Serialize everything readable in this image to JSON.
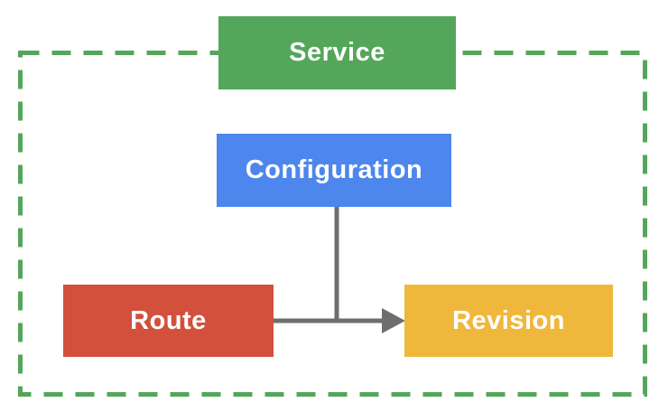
{
  "diagram": {
    "type": "flowchart",
    "boundary": {
      "shape": "rectangle",
      "style": "dashed",
      "color": "#54A65A",
      "encloses": [
        "configuration",
        "route",
        "revision"
      ]
    },
    "nodes": [
      {
        "id": "service",
        "label": "Service",
        "color": "#54A65A",
        "text_color": "#FFFFFF"
      },
      {
        "id": "configuration",
        "label": "Configuration",
        "color": "#4D86EC",
        "text_color": "#FFFFFF"
      },
      {
        "id": "route",
        "label": "Route",
        "color": "#D2503C",
        "text_color": "#FFFFFF"
      },
      {
        "id": "revision",
        "label": "Revision",
        "color": "#EFB83D",
        "text_color": "#FFFFFF"
      }
    ],
    "edges": [
      {
        "from": "configuration",
        "to": "revision",
        "type": "elbow-join-vertical",
        "arrow": false
      },
      {
        "from": "route",
        "to": "revision",
        "type": "straight-horizontal",
        "arrow": true
      }
    ],
    "edge_color": "#6E6E6E"
  }
}
